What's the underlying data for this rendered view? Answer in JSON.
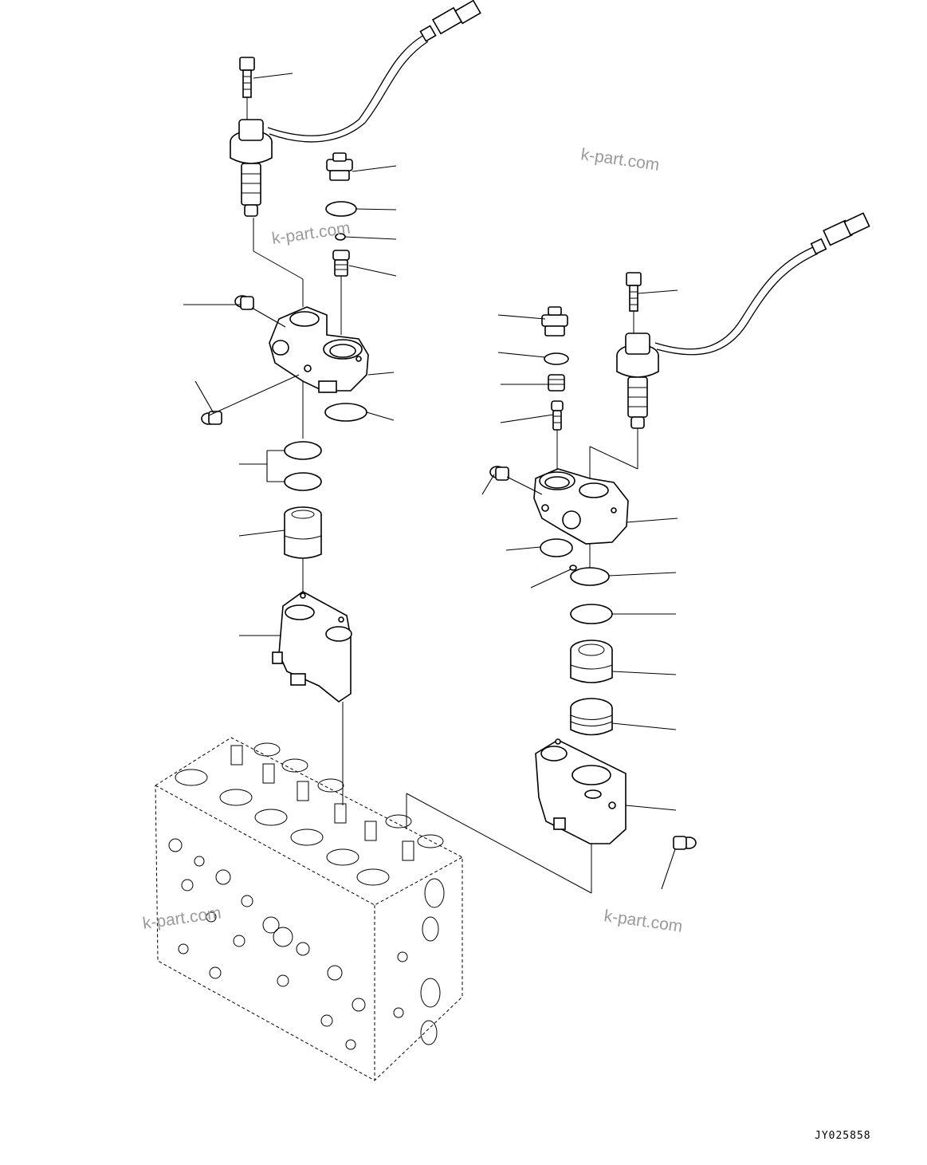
{
  "watermarks": [
    "k-part.com",
    "k-part.com",
    "k-part.com",
    "k-part.com"
  ],
  "drawing_code": "JY025858"
}
